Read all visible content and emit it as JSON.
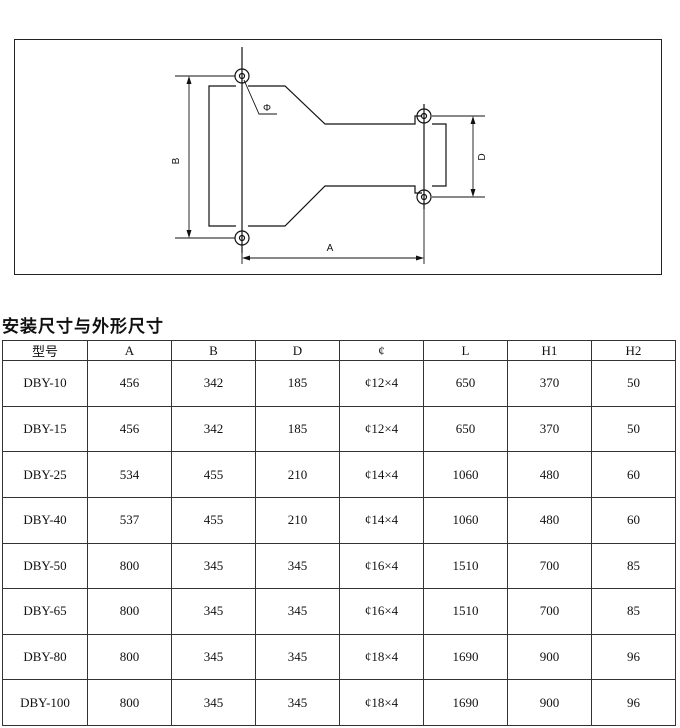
{
  "drawing": {
    "labels": {
      "a": "A",
      "b": "B",
      "d": "D",
      "phi": "Φ"
    }
  },
  "section_title": "安装尺寸与外形尺寸",
  "table": {
    "headers": [
      "型号",
      "A",
      "B",
      "D",
      "¢",
      "L",
      "H1",
      "H2"
    ],
    "rows": [
      [
        "DBY-10",
        "456",
        "342",
        "185",
        "¢12×4",
        "650",
        "370",
        "50"
      ],
      [
        "DBY-15",
        "456",
        "342",
        "185",
        "¢12×4",
        "650",
        "370",
        "50"
      ],
      [
        "DBY-25",
        "534",
        "455",
        "210",
        "¢14×4",
        "1060",
        "480",
        "60"
      ],
      [
        "DBY-40",
        "537",
        "455",
        "210",
        "¢14×4",
        "1060",
        "480",
        "60"
      ],
      [
        "DBY-50",
        "800",
        "345",
        "345",
        "¢16×4",
        "1510",
        "700",
        "85"
      ],
      [
        "DBY-65",
        "800",
        "345",
        "345",
        "¢16×4",
        "1510",
        "700",
        "85"
      ],
      [
        "DBY-80",
        "800",
        "345",
        "345",
        "¢18×4",
        "1690",
        "900",
        "96"
      ],
      [
        "DBY-100",
        "800",
        "345",
        "345",
        "¢18×4",
        "1690",
        "900",
        "96"
      ]
    ]
  }
}
